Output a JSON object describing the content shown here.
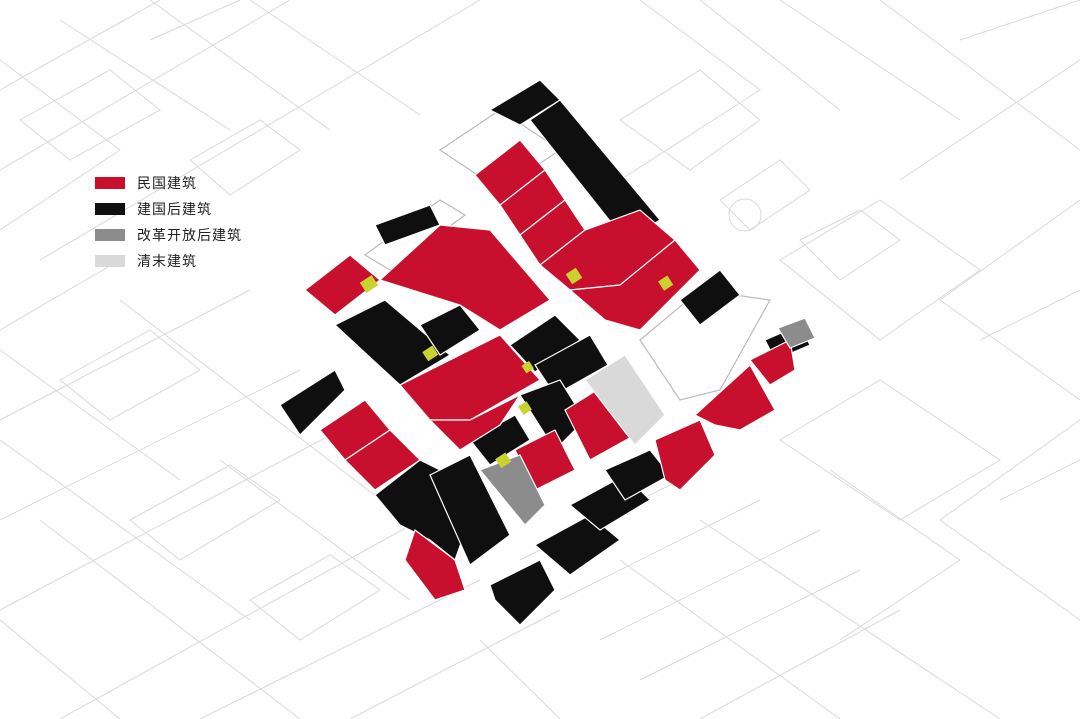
{
  "colors": {
    "minguo": "#c8102e",
    "post_founding": "#0f0f0f",
    "post_reform": "#8c8c8c",
    "late_qing": "#d9d9d9",
    "courtyard": "#c9d22e",
    "background_lines": "#d9d9d9"
  },
  "legend": [
    {
      "key": "minguo",
      "label": "民国建筑"
    },
    {
      "key": "post_founding",
      "label": "建国后建筑"
    },
    {
      "key": "post_reform",
      "label": "改革开放后建筑"
    },
    {
      "key": "late_qing",
      "label": "清末建筑"
    }
  ]
}
